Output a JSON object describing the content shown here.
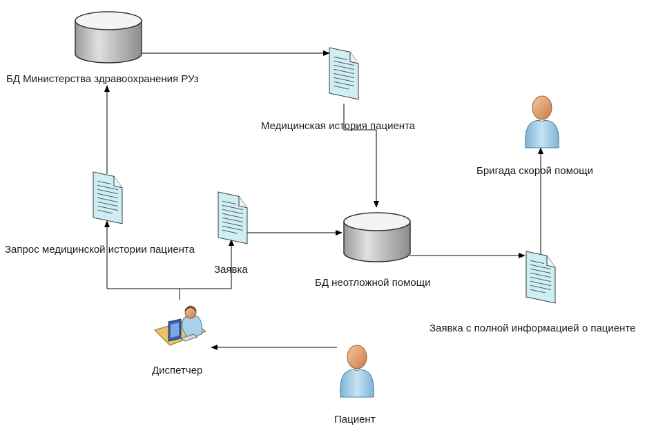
{
  "labels": {
    "db_ministry": "БД Министерства здравоохранения РУз",
    "medical_history": "Медицинская история пациента",
    "ambulance_crew": "Бригада скорой помощи",
    "history_request": "Запрос медицинской истории пациента",
    "request": "Заявка",
    "emergency_db": "БД неотложной помощи",
    "full_info_request": "Заявка с полной информацией о пациенте",
    "dispatcher": "Диспетчер",
    "patient": "Пациент"
  },
  "colors": {
    "document_fill": "#cdeef5",
    "document_line": "#3a3a3a",
    "database_top": "#f4f4f4",
    "database_body": "#b9b9b9",
    "person_head": "#e4a87a",
    "person_body": "#a9d2ea",
    "arrow": "#000000"
  },
  "icons": {
    "database": "database-cylinder-icon",
    "document": "document-icon",
    "person": "person-icon",
    "workstation": "dispatcher-workstation-icon"
  }
}
